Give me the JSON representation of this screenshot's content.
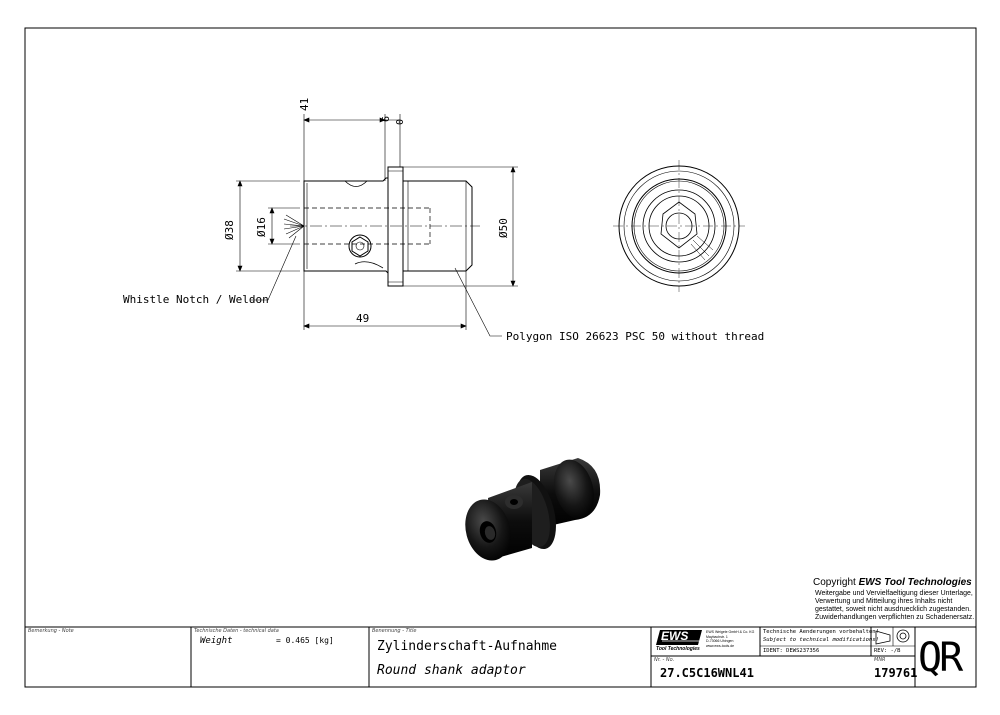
{
  "drawing": {
    "dimensions": {
      "flange_offset": "41",
      "six": "6",
      "zero": "0",
      "dia_38": "Ø38",
      "dia_16": "Ø16",
      "dia_50": "Ø50",
      "length": "49"
    },
    "notes": {
      "weldon": "Whistle Notch / Weldon",
      "polygon": "Polygon ISO 26623 PSC 50 without thread"
    }
  },
  "copyright": {
    "title_prefix": "Copyright ",
    "title_brand": "EWS Tool Technologies",
    "lines": [
      "Weitergabe und Vervielfaeltigung dieser Unterlage,",
      "Verwertung und Mitteilung ihres Inhalts nicht",
      "gestattet, soweit nicht ausdruecklich zugestanden.",
      "Zuwiderhandlungen verpflichten zu Schadenersatz."
    ]
  },
  "title_block": {
    "note_label": "Bemerkung - Note",
    "tech_label": "Technische Daten - technical data",
    "weight_label": "Weight",
    "weight_value": "= 0.465 [kg]",
    "title_label": "Benennung - Title",
    "title_de": "Zylinderschaft-Aufnahme",
    "title_en": "Round shank adaptor",
    "logo": "EWS",
    "logo_sub": "Tool Technologies",
    "company_lines": [
      "EWS Weigele GmbH & Co. KG",
      "Maybachstr. 1",
      "D-73066 Uhingen",
      "www.ews-tools.de"
    ],
    "change_de": "Technische Aenderungen vorbehalten!",
    "change_en": "Subject to technical modifications!",
    "ident": "IDENT:  DEWS237356",
    "rev": "REV:   -/B",
    "nr_label": "Nr. - No.",
    "part_no": "27.C5C16WNL41",
    "mnr_label": "MNR",
    "mnr": "179761",
    "qr": "QR"
  }
}
